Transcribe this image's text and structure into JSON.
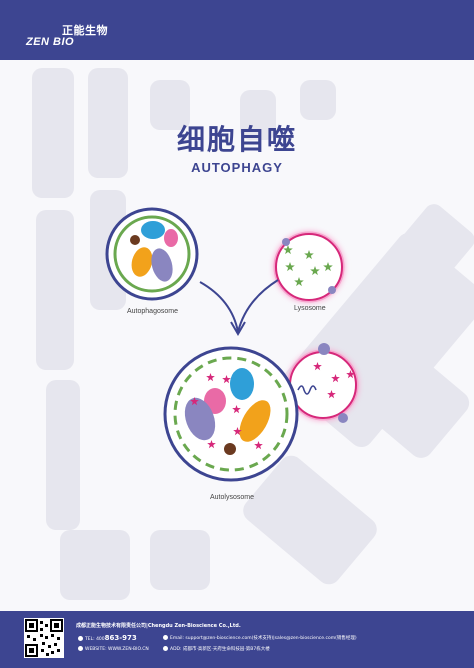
{
  "header": {
    "logo_cn": "正能生物",
    "logo_en": "ZEN BIO"
  },
  "title": {
    "cn": "细胞自噬",
    "en": "AUTOPHAGY"
  },
  "diagram": {
    "autophagosome_label": "Autophagosome",
    "lysosome_label": "Lysosome",
    "autolysosome_label": "Autolysosome"
  },
  "colors": {
    "brand_blue": "#3d4591",
    "green": "#6aa84f",
    "magenta": "#d6287a",
    "light_blue": "#2f9fd8",
    "orange": "#f2a21b",
    "purple": "#8a86c0",
    "pink": "#e96aa6",
    "brown": "#6b3a20"
  },
  "footer": {
    "company": "成都正能生物技术有限责任公司|Chengdu Zen-Bioscience Co.,Ltd.",
    "tel_label": "TEL:",
    "tel_prefix": "400",
    "tel_number": "863-973",
    "email": "Email: support@zen-bioscience.com(技术支持)|sales@zen-bioscience.com(销售经理)",
    "website": "WEBSITE: WWW.ZEN-BIO.CN",
    "address": "ADD: 成都市·高新区·天府生命科技园·第B7栋大楼"
  }
}
